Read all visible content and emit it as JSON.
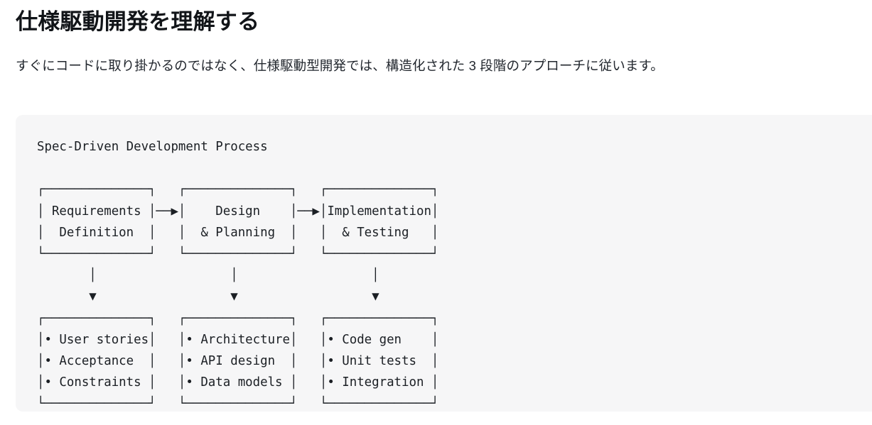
{
  "page": {
    "title": "仕様駆動開発を理解する",
    "intro": "すぐにコードに取り掛かるのではなく、仕様駆動型開発では、構造化された 3 段階のアプローチに従います。"
  },
  "diagram": {
    "caption": "Spec-Driven Development Process",
    "type": "flowchart-ascii",
    "background_color": "#f6f6f7",
    "text_color": "#1b1f24",
    "stages": [
      {
        "index": 1,
        "title_lines": [
          "Requirements",
          "Definition"
        ],
        "outputs": [
          "User stories",
          "Acceptance",
          "Constraints"
        ]
      },
      {
        "index": 2,
        "title_lines": [
          "Design",
          "& Planning"
        ],
        "outputs": [
          "Architecture",
          "API design",
          "Data models"
        ]
      },
      {
        "index": 3,
        "title_lines": [
          "Implementation",
          "& Testing"
        ],
        "outputs": [
          "Code gen",
          "Unit tests",
          "Integration"
        ]
      }
    ],
    "connectors": {
      "horizontal_arrow": "|—▶|",
      "vertical_stem": "|",
      "vertical_arrow_head": "▼"
    },
    "ascii": "Spec-Driven Development Process\n\n┌──────────────┐   ┌──────────────┐   ┌──────────────┐\n│ Requirements │──▶│    Design    │──▶│Implementation│\n│  Definition  │   │  & Planning  │   │  & Testing   │\n└──────────────┘   └──────────────┘   └──────────────┘\n       │                  │                  │\n       ▼                  ▼                  ▼\n┌──────────────┐   ┌──────────────┐   ┌──────────────┐\n│• User stories│   │• Architecture│   │• Code gen    │\n│• Acceptance  │   │• API design  │   │• Unit tests  │\n│• Constraints │   │• Data models │   │• Integration │\n└──────────────┘   └──────────────┘   └──────────────┘"
  }
}
